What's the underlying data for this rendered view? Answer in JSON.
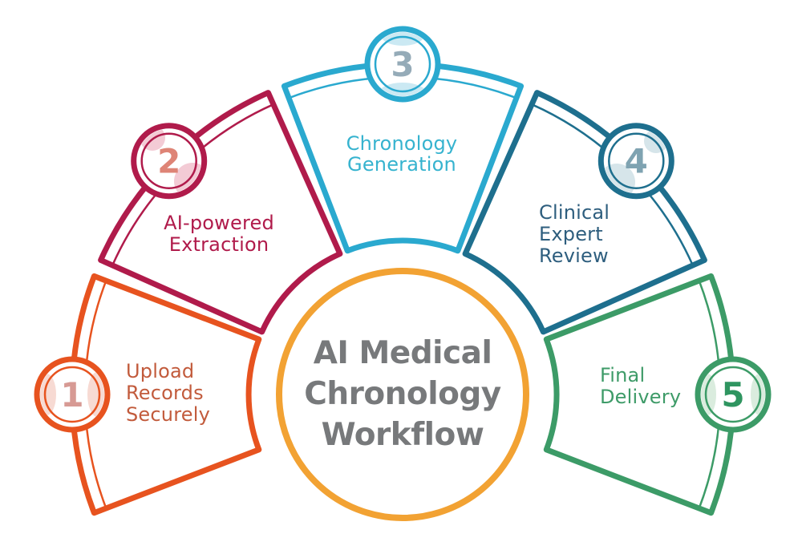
{
  "title": {
    "text": "AI Medical Chronology Workflow",
    "lines": [
      "AI Medical",
      "Chronology",
      "Workflow"
    ],
    "color": "#77797B",
    "ring_color": "#F2A233"
  },
  "steps": [
    {
      "number": "1",
      "label": "Upload Records Securely",
      "label_lines": [
        "Upload",
        "Records",
        "Securely"
      ],
      "color": "#E7531F",
      "text_color": "#C25B3C",
      "number_color": "#D79A94",
      "blob_color": "#F7DAD3"
    },
    {
      "number": "2",
      "label": "AI-powered Extraction",
      "label_lines": [
        "AI-powered",
        "Extraction"
      ],
      "color": "#B01B4B",
      "text_color": "#B01B4B",
      "number_color": "#DE8476",
      "blob_color": "#F3CBD5"
    },
    {
      "number": "3",
      "label": "Chronology Generation",
      "label_lines": [
        "Chronology",
        "Generation"
      ],
      "color": "#2AA9CF",
      "text_color": "#36B3CF",
      "number_color": "#95ABB8",
      "blob_color": "#CBE9F3"
    },
    {
      "number": "4",
      "label": "Clinical Expert Review",
      "label_lines": [
        "Clinical",
        "Expert",
        "Review"
      ],
      "color": "#1E6F8E",
      "text_color": "#2E5E7E",
      "number_color": "#7FA3B1",
      "blob_color": "#D6E5EA"
    },
    {
      "number": "5",
      "label": "Final Delivery",
      "label_lines": [
        "Final",
        "Delivery"
      ],
      "color": "#3C9B67",
      "text_color": "#3E9B68",
      "number_color": "#2F9560",
      "blob_color": "#DAECDE"
    }
  ]
}
